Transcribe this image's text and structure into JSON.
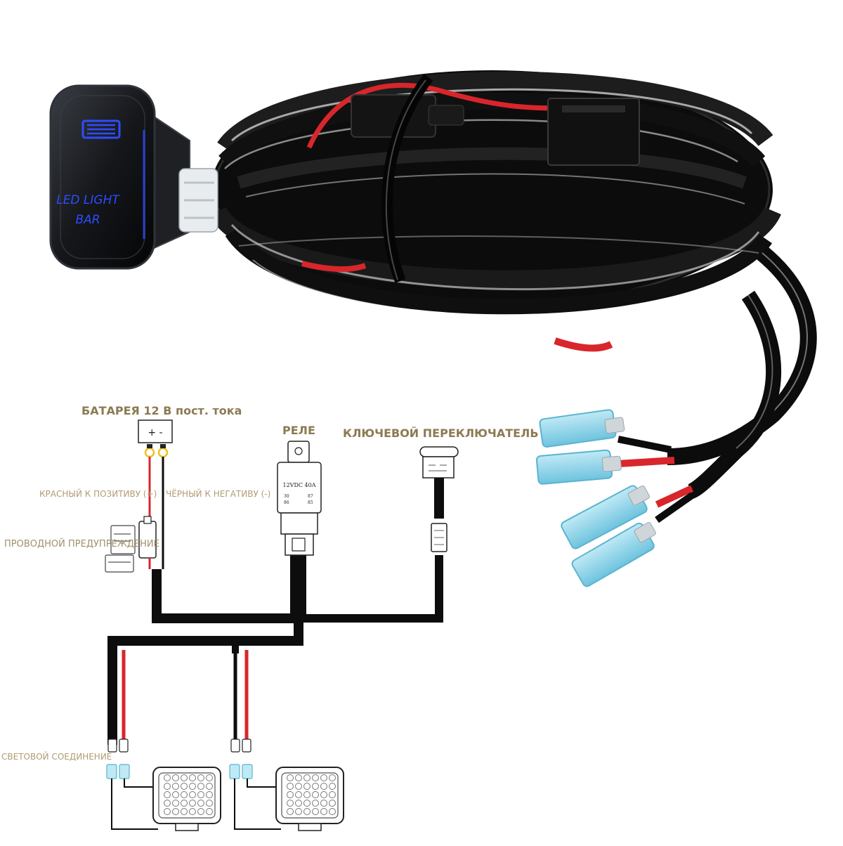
{
  "product": {
    "switch_text_line1": "LED LIGHT",
    "switch_text_line2": "BAR"
  },
  "diagram": {
    "battery_label": "БАТАРЕЯ 12 В пост. тока",
    "battery_terminals": "+ -",
    "relay_label": "РЕЛЕ",
    "relay_rating": "12VDC 40A",
    "relay_pin_30": "30",
    "relay_pin_87": "87",
    "relay_pin_86": "86",
    "relay_pin_85": "85",
    "switch_label": "КЛЮЧЕВОЙ ПЕРЕКЛЮЧАТЕЛЬ",
    "red_label": "КРАСНЫЙ К ПОЗИТИВУ (+)",
    "black_label": "ЧЁРНЫЙ К НЕГАТИВУ (-)",
    "fuse_label": "ПРОВОДНОЙ ПРЕДУПРЕЖДЕНИЕ",
    "light_connection_label": "СВЕТОВОЙ СОЕДИНЕНИЕ"
  },
  "colors": {
    "wire_black": "#0d0d0d",
    "wire_red": "#d8262c",
    "connector_blue": "#8fd3e8",
    "switch_glow": "#2f4cff",
    "label": "#8c7a52"
  },
  "icons": [
    "rocker-switch-icon",
    "relay-icon",
    "fuse-holder-icon",
    "battery-icon",
    "led-work-light-icon",
    "spade-connector-icon"
  ]
}
